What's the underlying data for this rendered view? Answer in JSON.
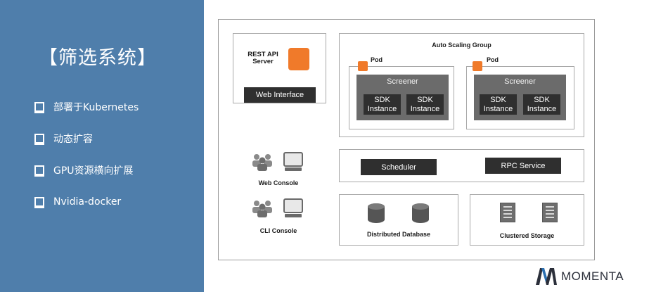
{
  "panel": {
    "title": "【筛选系统】",
    "features": [
      "部署于Kubernetes",
      "动态扩容",
      "GPU资源横向扩展",
      "Nvidia-docker"
    ]
  },
  "diagram": {
    "rest_api": {
      "label_line1": "REST API",
      "label_line2": "Server",
      "web_interface": "Web Interface"
    },
    "asg": {
      "title": "Auto Scaling Group",
      "pods": [
        {
          "label": "Pod",
          "screener": "Screener",
          "sdk": [
            "SDK Instance",
            "SDK Instance"
          ]
        },
        {
          "label": "Pod",
          "screener": "Screener",
          "sdk": [
            "SDK Instance",
            "SDK Instance"
          ]
        }
      ]
    },
    "web_console": "Web Console",
    "cli_console": "CLI Console",
    "scheduler": "Scheduler",
    "rpc_service": "RPC Service",
    "distributed_database": "Distributed Database",
    "clustered_storage": "Clustered Storage"
  },
  "logo": {
    "text": "MOMENTA"
  },
  "colors": {
    "panel_bg": "#4f7eab",
    "accent_orange": "#f07a2a",
    "dark_box": "#2f2f2f",
    "screener_gray": "#6b6b6b"
  },
  "icons": [
    "people-icon",
    "monitor-icon",
    "database-icon",
    "server-icon",
    "momenta-logo-icon"
  ]
}
